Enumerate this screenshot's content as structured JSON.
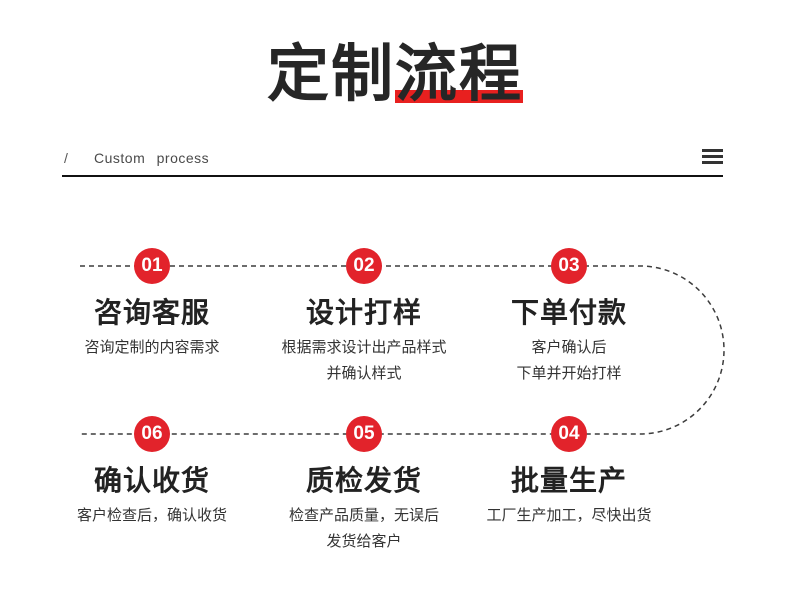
{
  "header": {
    "title_main": "定制",
    "title_highlight": "流程",
    "subtitle_slash": "/",
    "subtitle": "Custom process"
  },
  "colors": {
    "accent_red": "#e2232b",
    "title_bar_red": "#e8201f",
    "dashed_line": "#3c3c3c"
  },
  "steps": [
    {
      "num": "01",
      "title": "咨询客服",
      "desc": [
        "咨询定制的内容需求"
      ]
    },
    {
      "num": "02",
      "title": "设计打样",
      "desc": [
        "根据需求设计出产品样式",
        "并确认样式"
      ]
    },
    {
      "num": "03",
      "title": "下单付款",
      "desc": [
        "客户确认后",
        "下单并开始打样"
      ]
    },
    {
      "num": "04",
      "title": "批量生产",
      "desc": [
        "工厂生产加工，尽快出货"
      ]
    },
    {
      "num": "05",
      "title": "质检发货",
      "desc": [
        "检查产品质量，无误后",
        "发货给客户"
      ]
    },
    {
      "num": "06",
      "title": "确认收货",
      "desc": [
        "客户检查后，确认收货"
      ]
    }
  ]
}
